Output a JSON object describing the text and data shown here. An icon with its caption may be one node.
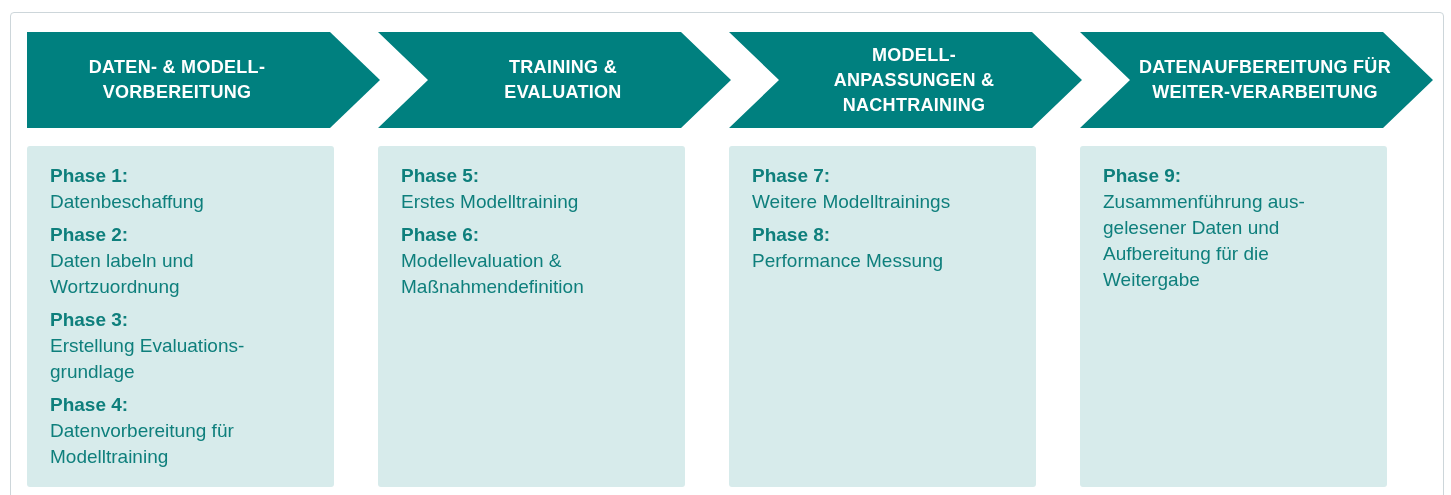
{
  "diagram": {
    "nodes": [
      {
        "text": [
          "DATEN- & MODELL-VORBEREITUNG"
        ]
      },
      {
        "text": [
          "TRAINING & EVALUATION"
        ]
      },
      {
        "text": [
          "MODELL-ANPASSUNGEN & NACHTRAINING"
        ]
      },
      {
        "text": [
          "DATENAUFBEREITUNG FÜR WEITER-VERARBEITUNG"
        ]
      },
      {
        "text": [
          "Phase 1:",
          "Datenbeschaffung",
          "Phase 2:",
          "Daten labeln und Wortzuordnung",
          "Phase 3:",
          "Erstellung Evaluations-grundlage",
          "Phase 4:",
          "Datenvorbereitung für Modelltraining"
        ]
      },
      {
        "text": [
          "Phase 5:",
          "Erstes Modelltraining",
          "Phase 6:",
          "Modellevaluation & Maßnahmendefinition"
        ]
      },
      {
        "text": [
          "Phase 7:",
          "Weitere Modelltrainings",
          "Phase 8:",
          "Performance Messung"
        ]
      },
      {
        "text": [
          "Phase 9:",
          "Zusammenführung aus-gelesener Daten und Aufbereitung für die Weitergabe"
        ]
      }
    ]
  }
}
